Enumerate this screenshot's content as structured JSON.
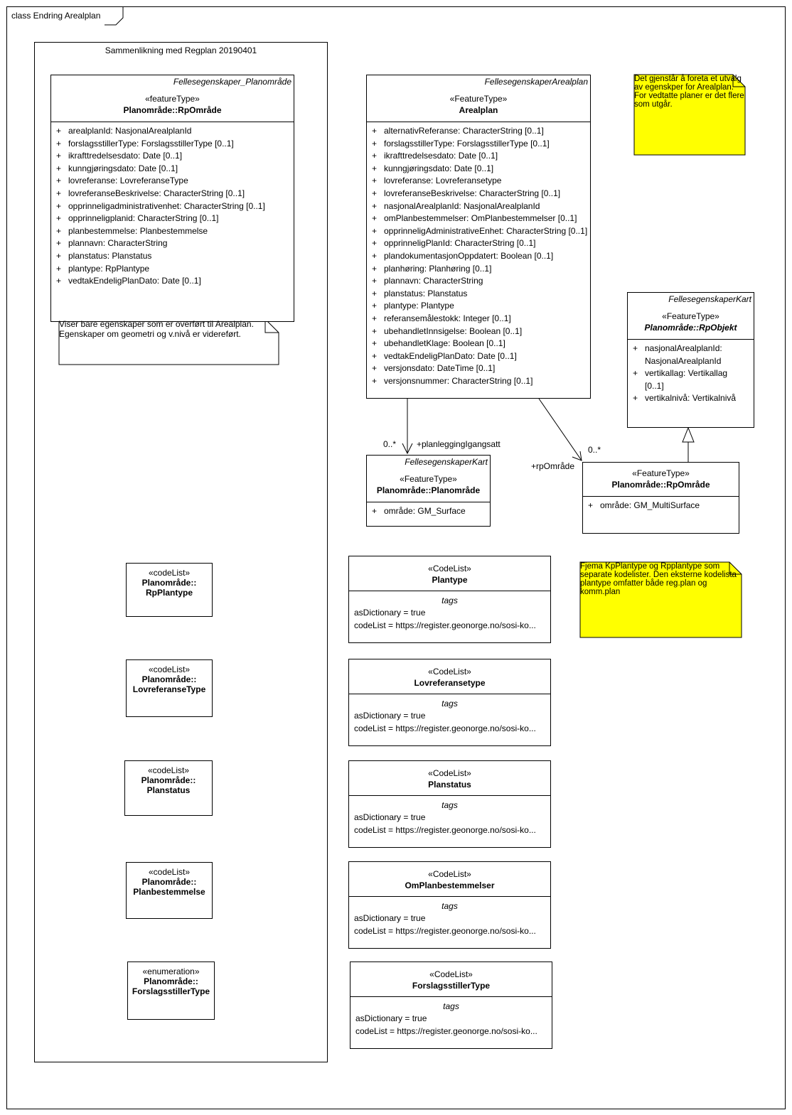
{
  "frame": {
    "title": "class Endring Arealplan"
  },
  "package": {
    "title": "Sammenlikning med Regplan 20190401"
  },
  "classes": {
    "rpomrade_left": {
      "parent": "Fellesegenskaper_Planområde",
      "stereotype": "«featureType»",
      "name": "Planområde::RpOmråde",
      "attributes": [
        "arealplanId: NasjonalArealplanId",
        "forslagsstillerType: ForslagsstillerType [0..1]",
        "ikrafttredelsesdato: Date [0..1]",
        "kunngjøringsdato: Date [0..1]",
        "lovreferanse: LovreferanseType",
        "lovreferanseBeskrivelse: CharacterString [0..1]",
        "opprinneligadministrativenhet: CharacterString [0..1]",
        "opprinneligplanid: CharacterString [0..1]",
        "planbestemmelse: Planbestemmelse",
        "plannavn: CharacterString",
        "planstatus: Planstatus",
        "plantype: RpPlantype",
        "vedtakEndeligPlanDato: Date [0..1]"
      ]
    },
    "arealplan": {
      "parent": "FellesegenskaperArealplan",
      "stereotype": "«FeatureType»",
      "name": "Arealplan",
      "attributes": [
        "alternativReferanse: CharacterString [0..1]",
        "forslagsstillerType: ForslagsstillerType [0..1]",
        "ikrafttredelsesdato: Date [0..1]",
        "kunngjøringsdato: Date [0..1]",
        "lovreferanse: Lovreferansetype",
        "lovreferanseBeskrivelse: CharacterString [0..1]",
        "nasjonalArealplanId: NasjonalArealplanId",
        "omPlanbestemmelser: OmPlanbestemmelser [0..1]",
        "opprinneligAdministrativeEnhet: CharacterString [0..1]",
        "opprinneligPlanId: CharacterString [0..1]",
        "plandokumentasjonOppdatert: Boolean [0..1]",
        "planhøring: Planhøring [0..1]",
        "plannavn: CharacterString",
        "planstatus: Planstatus",
        "plantype: Plantype",
        "referansemålestokk: Integer [0..1]",
        "ubehandletInnsigelse: Boolean [0..1]",
        "ubehandletKlage: Boolean [0..1]",
        "vedtakEndeligPlanDato: Date [0..1]",
        "versjonsdato: DateTime [0..1]",
        "versjonsnummer: CharacterString [0..1]"
      ]
    },
    "rpobjekt": {
      "parent": "FellesegenskaperKart",
      "stereotype": "«FeatureType»",
      "name": "Planområde::RpObjekt",
      "attributes": [
        "nasjonalArealplanId:\nNasjonalArealplanId",
        "vertikallag: Vertikallag\n[0..1]",
        "vertikalnivå: Vertikalnivå"
      ]
    },
    "planomrade": {
      "parent": "FellesegenskaperKart",
      "stereotype": "«FeatureType»",
      "name": "Planområde::Planområde",
      "attributes": [
        "område: GM_Surface"
      ]
    },
    "rpomrade_right": {
      "stereotype": "«FeatureType»",
      "name": "Planområde::RpOmråde",
      "attributes": [
        "område: GM_MultiSurface"
      ]
    }
  },
  "visibility": "+",
  "notes": {
    "left": "Viser bare egenskaper som er overført til Arealplan.\nEgenskaper om geometri og v.nivå er videreført.",
    "yellow_top": "Det gjenstår å foreta et\nutvalg av egenskper for\nArealplan.\nFor vedtatte planer er det\nflere som utgår.",
    "yellow_mid": "Fjema KpPlantype og Rpplantype som\nseparate kodelister.\nDen eksterne kodelista plantype\nomfatter både reg.plan og komm.plan"
  },
  "left_codelists": [
    {
      "stereotype": "«codeList»",
      "line1": "Planområde::",
      "line2": "RpPlantype"
    },
    {
      "stereotype": "«codeList»",
      "line1": "Planområde::",
      "line2": "LovreferanseType"
    },
    {
      "stereotype": "«codeList»",
      "line1": "Planområde::",
      "line2": "Planstatus"
    },
    {
      "stereotype": "«codeList»",
      "line1": "Planområde::",
      "line2": "Planbestemmelse"
    },
    {
      "stereotype": "«enumeration»",
      "line1": "Planområde::",
      "line2": "ForslagsstillerType"
    }
  ],
  "right_codelists": [
    {
      "stereotype": "«CodeList»",
      "name": "Plantype"
    },
    {
      "stereotype": "«CodeList»",
      "name": "Lovreferansetype"
    },
    {
      "stereotype": "«CodeList»",
      "name": "Planstatus"
    },
    {
      "stereotype": "«CodeList»",
      "name": "OmPlanbestemmelser"
    },
    {
      "stereotype": "«CodeList»",
      "name": "ForslagsstillerType"
    }
  ],
  "codelist_tags": {
    "header": "tags",
    "dictionary": "asDictionary = true",
    "codelist": "codeList = https://register.geonorge.no/sosi-ko..."
  },
  "associations": {
    "planlegging": {
      "multiplicity": "0..*",
      "role": "+planleggingIgangsatt"
    },
    "rpomrade": {
      "multiplicity": "0..*",
      "role": "+rpOmråde"
    }
  },
  "colors": {
    "note_yellow": "#ffff00",
    "border": "#000000"
  }
}
